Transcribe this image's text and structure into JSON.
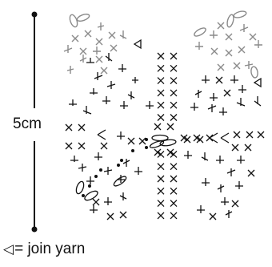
{
  "measurement": {
    "label": "5cm"
  },
  "legend": {
    "symbol": "◁",
    "text": "= join yarn"
  },
  "chart": {
    "symbols": {
      "single_crochet": "×",
      "half_double": "T",
      "chain": "ellipse",
      "slip_stitch": "dot",
      "join_yarn": "triangle"
    },
    "colors": {
      "main_stitches": "#111111",
      "ear_stitches": "#8a8a8a"
    }
  }
}
